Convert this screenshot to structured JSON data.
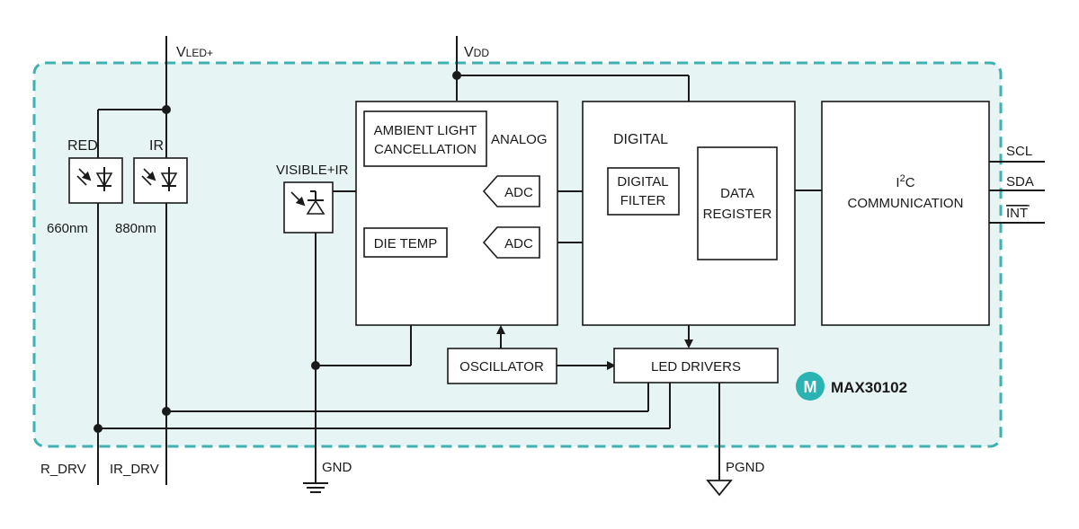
{
  "supply": {
    "vled": "V",
    "vled_sub": "LED+",
    "vdd": "V",
    "vdd_sub": "DD"
  },
  "leds": {
    "red": "RED",
    "ir": "IR",
    "red_wavelength": "660nm",
    "ir_wavelength": "880nm"
  },
  "photodiode": "VISIBLE+IR",
  "analog": {
    "label": "ANALOG",
    "ambient_line1": "AMBIENT LIGHT",
    "ambient_line2": "CANCELLATION",
    "die_temp": "DIE TEMP",
    "adc": "ADC"
  },
  "digital": {
    "label": "DIGITAL",
    "filter_line1": "DIGITAL",
    "filter_line2": "FILTER",
    "register_line1": "DATA",
    "register_line2": "REGISTER"
  },
  "i2c": {
    "i": "I",
    "sup": "2",
    "c": "C",
    "line2": "COMMUNICATION"
  },
  "pins": {
    "scl": "SCL",
    "sda": "SDA",
    "int": "INT",
    "r_drv": "R_DRV",
    "ir_drv": "IR_DRV",
    "gnd": "GND",
    "pgnd": "PGND"
  },
  "oscillator": "OSCILLATOR",
  "led_drivers": "LED DRIVERS",
  "part": {
    "logo_text": "M",
    "name": "MAX30102"
  },
  "colors": {
    "chip_fill": "#e6f4f4",
    "chip_border": "#3fb1b1",
    "logo": "#2bb3b3",
    "ink": "#1a1a1a"
  }
}
